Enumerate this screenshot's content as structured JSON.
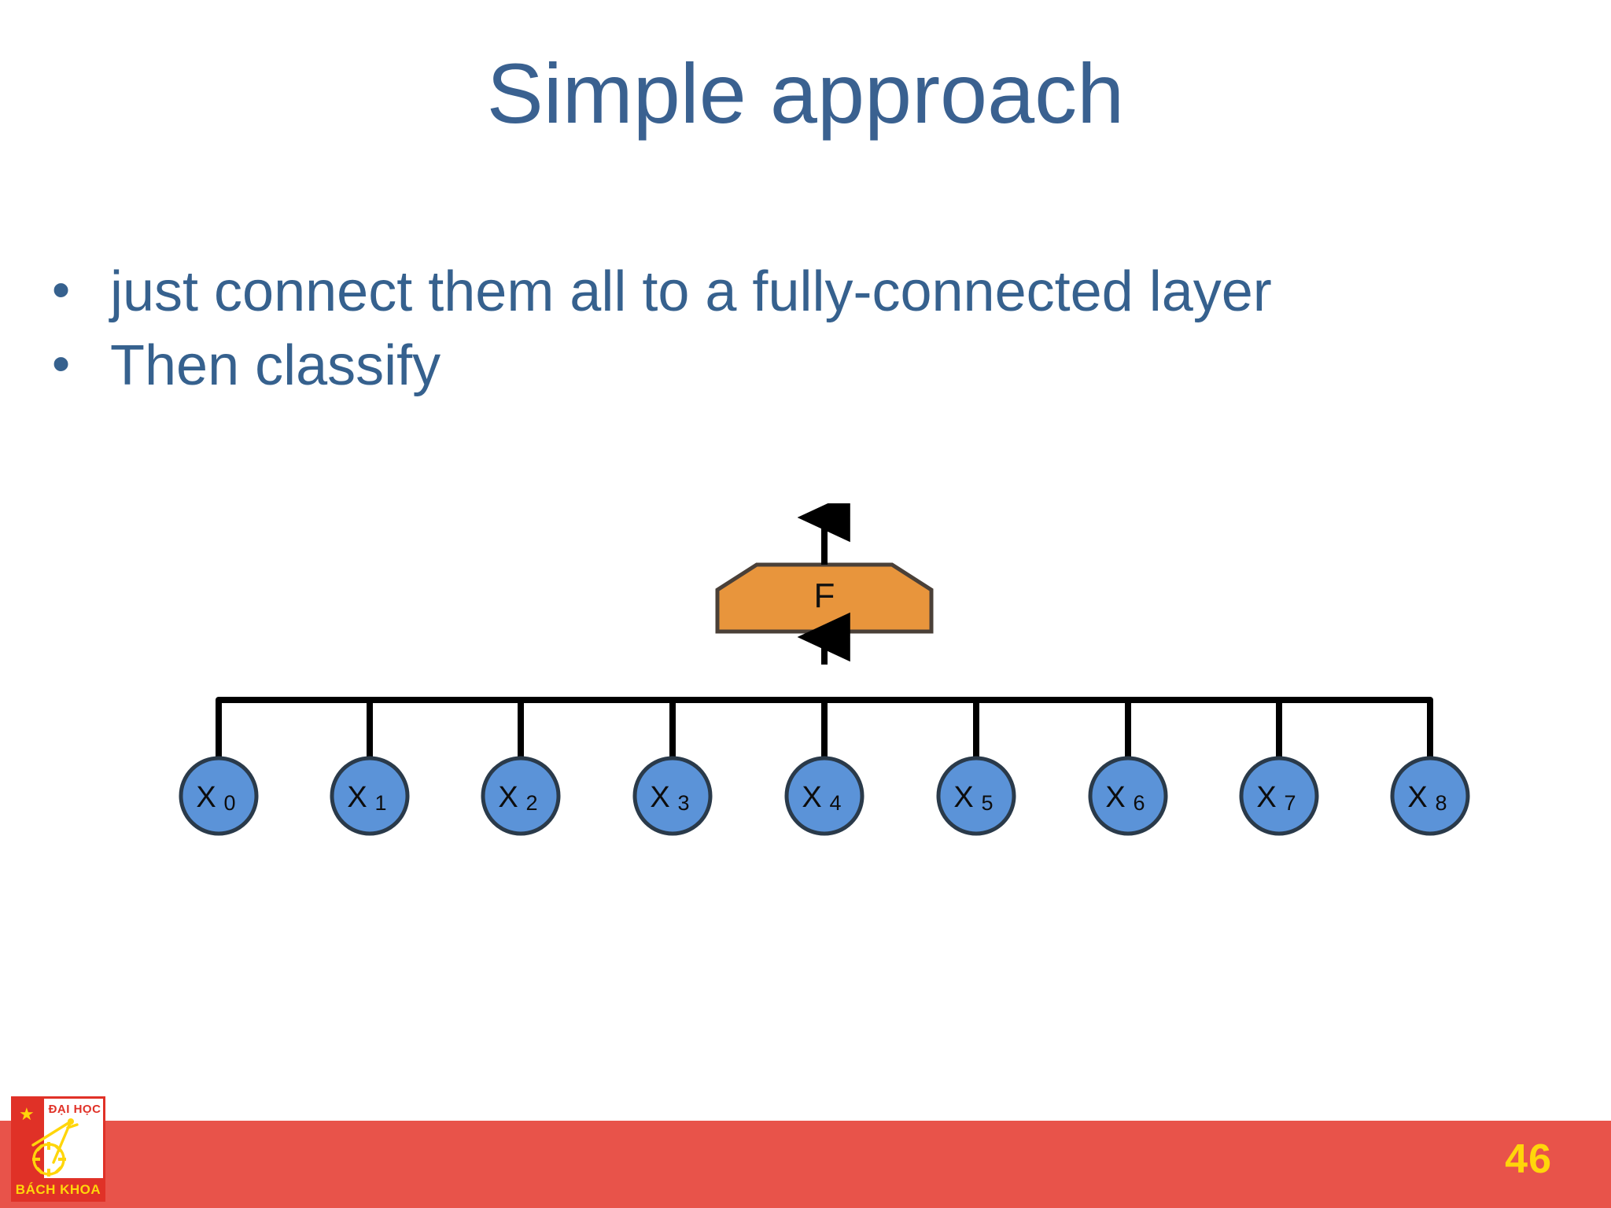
{
  "slide": {
    "title": "Simple approach",
    "page_number": "46",
    "title_color": "#3a6190",
    "body_color": "#36618e",
    "footer_color": "#e8534a",
    "page_number_color": "#ffd60a"
  },
  "bullets": [
    {
      "marker": "•",
      "text": "just connect them all to a fully-connected layer"
    },
    {
      "marker": "•",
      "text": "Then classify"
    }
  ],
  "diagram": {
    "fc_box_label": "F",
    "fc_box_color": "#e8953c",
    "fc_box_border": "#4a4038",
    "node_fill": "#5b93d8",
    "node_border": "#2a3a4a",
    "wire_color": "#000000",
    "output_arrow_label": "",
    "nodes": [
      {
        "base": "X",
        "sub": "0"
      },
      {
        "base": "X",
        "sub": "1"
      },
      {
        "base": "X",
        "sub": "2"
      },
      {
        "base": "X",
        "sub": "3"
      },
      {
        "base": "X",
        "sub": "4"
      },
      {
        "base": "X",
        "sub": "5"
      },
      {
        "base": "X",
        "sub": "6"
      },
      {
        "base": "X",
        "sub": "7"
      },
      {
        "base": "X",
        "sub": "8"
      }
    ]
  },
  "logo": {
    "top_text": "ĐẠI HỌC",
    "bottom_text": "BÁCH KHOA",
    "star": "★",
    "red": "#e03127",
    "yellow": "#ffd60a"
  }
}
